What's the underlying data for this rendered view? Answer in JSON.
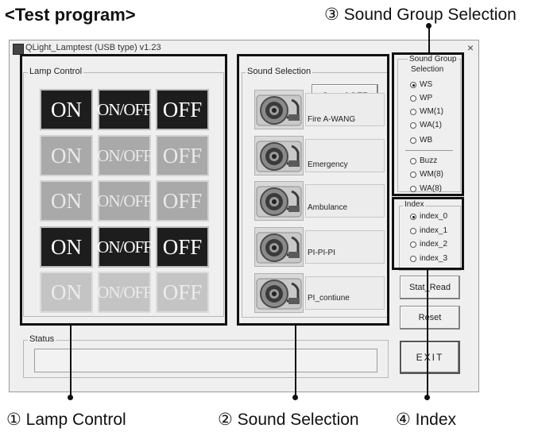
{
  "headline": "<Test program>",
  "callouts": {
    "lamp_control": "① Lamp Control",
    "sound_selection": "② Sound Selection",
    "sound_group": "③ Sound Group Selection",
    "index": "④ Index"
  },
  "window": {
    "title": "QLight_Lamptest (USB type)  v1.23",
    "close_glyph": "×"
  },
  "lamp_control": {
    "label": "Lamp Control",
    "rows": [
      {
        "on": "ON",
        "onoff": "ON/OFF",
        "off": "OFF",
        "style": "dark"
      },
      {
        "on": "ON",
        "onoff": "ON/OFF",
        "off": "OFF",
        "style": "light"
      },
      {
        "on": "ON",
        "onoff": "ON/OFF",
        "off": "OFF",
        "style": "light"
      },
      {
        "on": "ON",
        "onoff": "ON/OFF",
        "off": "OFF",
        "style": "dark"
      },
      {
        "on": "ON",
        "onoff": "ON/OFF",
        "off": "OFF",
        "style": "pale"
      }
    ]
  },
  "sound_selection": {
    "label": "Sound Selection",
    "sound_off": "Sound OFF",
    "sounds": [
      "Fire A-WANG",
      "Emergency",
      "Ambulance",
      "PI-PI-PI",
      "PI_contiune"
    ]
  },
  "sound_group": {
    "label": "Sound Group",
    "label2": "Selection",
    "options": [
      "WS",
      "WP",
      "WM(1)",
      "WA(1)",
      "WB",
      "Buzz",
      "WM(8)",
      "WA(8)"
    ],
    "selected": "WS"
  },
  "index": {
    "label": "Index",
    "options": [
      "index_0",
      "index_1",
      "index_2",
      "index_3"
    ],
    "selected": "index_0"
  },
  "buttons": {
    "stat_read": "Stat_Read",
    "reset": "Reset",
    "exit": "EXIT"
  },
  "status": {
    "label": "Status",
    "value": ""
  },
  "icons": {
    "app": "app-icon",
    "speaker": "speaker-icon"
  }
}
